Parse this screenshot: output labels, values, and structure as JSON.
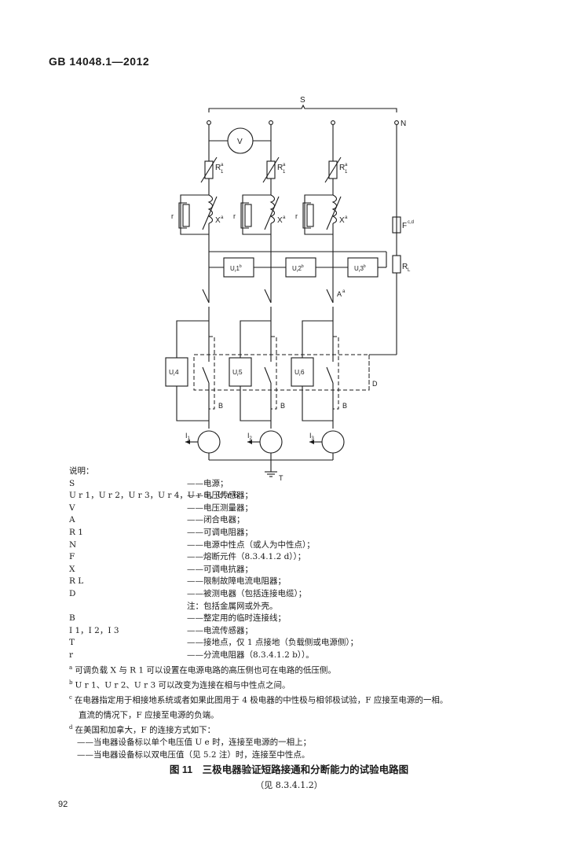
{
  "header": {
    "standard": "GB 14048.1—2012"
  },
  "diagram": {
    "source_label": "S",
    "neutral_label": "N",
    "voltmeter_label": "V",
    "resistor_label": "R",
    "resistor_sub": "1",
    "resistor_sup": "a",
    "reactor_label": "X",
    "reactor_sup": "a",
    "shunt_label": "r",
    "fuse_label": "F",
    "fuse_sup": "c,d",
    "limiting_label": "R",
    "limiting_sub": "L",
    "sensors_top": [
      {
        "label": "U",
        "sub": "r",
        "num": "1",
        "sup": "b"
      },
      {
        "label": "U",
        "sub": "r",
        "num": "2",
        "sup": "b"
      },
      {
        "label": "U",
        "sub": "r",
        "num": "3",
        "sup": "b"
      }
    ],
    "switch_label": "A",
    "switch_sup": "a",
    "sensors_bottom": [
      {
        "label": "U",
        "sub": "r",
        "num": "4"
      },
      {
        "label": "U",
        "sub": "r",
        "num": "5"
      },
      {
        "label": "U",
        "sub": "r",
        "num": "6"
      }
    ],
    "device_label": "D",
    "link_label": "B",
    "current_labels": [
      {
        "label": "I",
        "sub": "1"
      },
      {
        "label": "I",
        "sub": "2"
      },
      {
        "label": "I",
        "sub": "3"
      }
    ],
    "earth_label": "T"
  },
  "legend": {
    "title": "说明：",
    "items": [
      {
        "symbol": "S",
        "desc": "——电源；"
      },
      {
        "symbol": "U r 1，U r 2，U r 3，U r 4，U r 5，U r 6",
        "desc": "——电压传感器；"
      },
      {
        "symbol": "V",
        "desc": "——电压测量器；"
      },
      {
        "symbol": "A",
        "desc": "——闭合电器；"
      },
      {
        "symbol": "R 1",
        "desc": "——可调电阻器；"
      },
      {
        "symbol": "N",
        "desc": "——电源中性点（或人为中性点）；"
      },
      {
        "symbol": "F",
        "desc": "——熔断元件（8.3.4.1.2 d））；"
      },
      {
        "symbol": "X",
        "desc": "——可调电抗器；"
      },
      {
        "symbol": "R L",
        "desc": "——限制故障电流电阻器；"
      },
      {
        "symbol": "D",
        "desc": "——被测电器（包括连接电缆）；"
      }
    ],
    "d_note": "注：包括金属网或外壳。",
    "items2": [
      {
        "symbol": "B",
        "desc": "——整定用的临时连接线；"
      },
      {
        "symbol": "I 1，I 2，I 3",
        "desc": "——电流传感器；"
      },
      {
        "symbol": "T",
        "desc": "——接地点，仅 1 点接地（负载侧或电源侧）；"
      },
      {
        "symbol": "r",
        "desc": "——分流电阻器（8.3.4.1.2 b））。"
      }
    ],
    "footnotes": [
      {
        "mark": "a",
        "text": "可调负载 X 与 R 1 可以设置在电源电路的高压侧也可在电路的低压侧。"
      },
      {
        "mark": "b",
        "text": "U r 1、U r 2、U r 3 可以改变为连接在相与中性点之间。"
      },
      {
        "mark": "c",
        "text": "在电器指定用于相接地系统或者如果此图用于 4 极电器的中性极与相邻极试验，F 应接至电源的一相。"
      },
      {
        "mark": "",
        "text": "直流的情况下，F 应接至电源的负端。"
      },
      {
        "mark": "d",
        "text": "在美国和加拿大，F 的连接方式如下："
      }
    ],
    "sub_notes": [
      "——当电器设备标以单个电压值 U e 时，连接至电源的一相上；",
      "——当电器设备标以双电压值（见 5.2 注）时，连接至中性点。"
    ]
  },
  "figure": {
    "title": "图 11　三极电器验证短路接通和分断能力的试验电路图",
    "subtitle": "（见 8.3.4.1.2）"
  },
  "page_number": "92"
}
